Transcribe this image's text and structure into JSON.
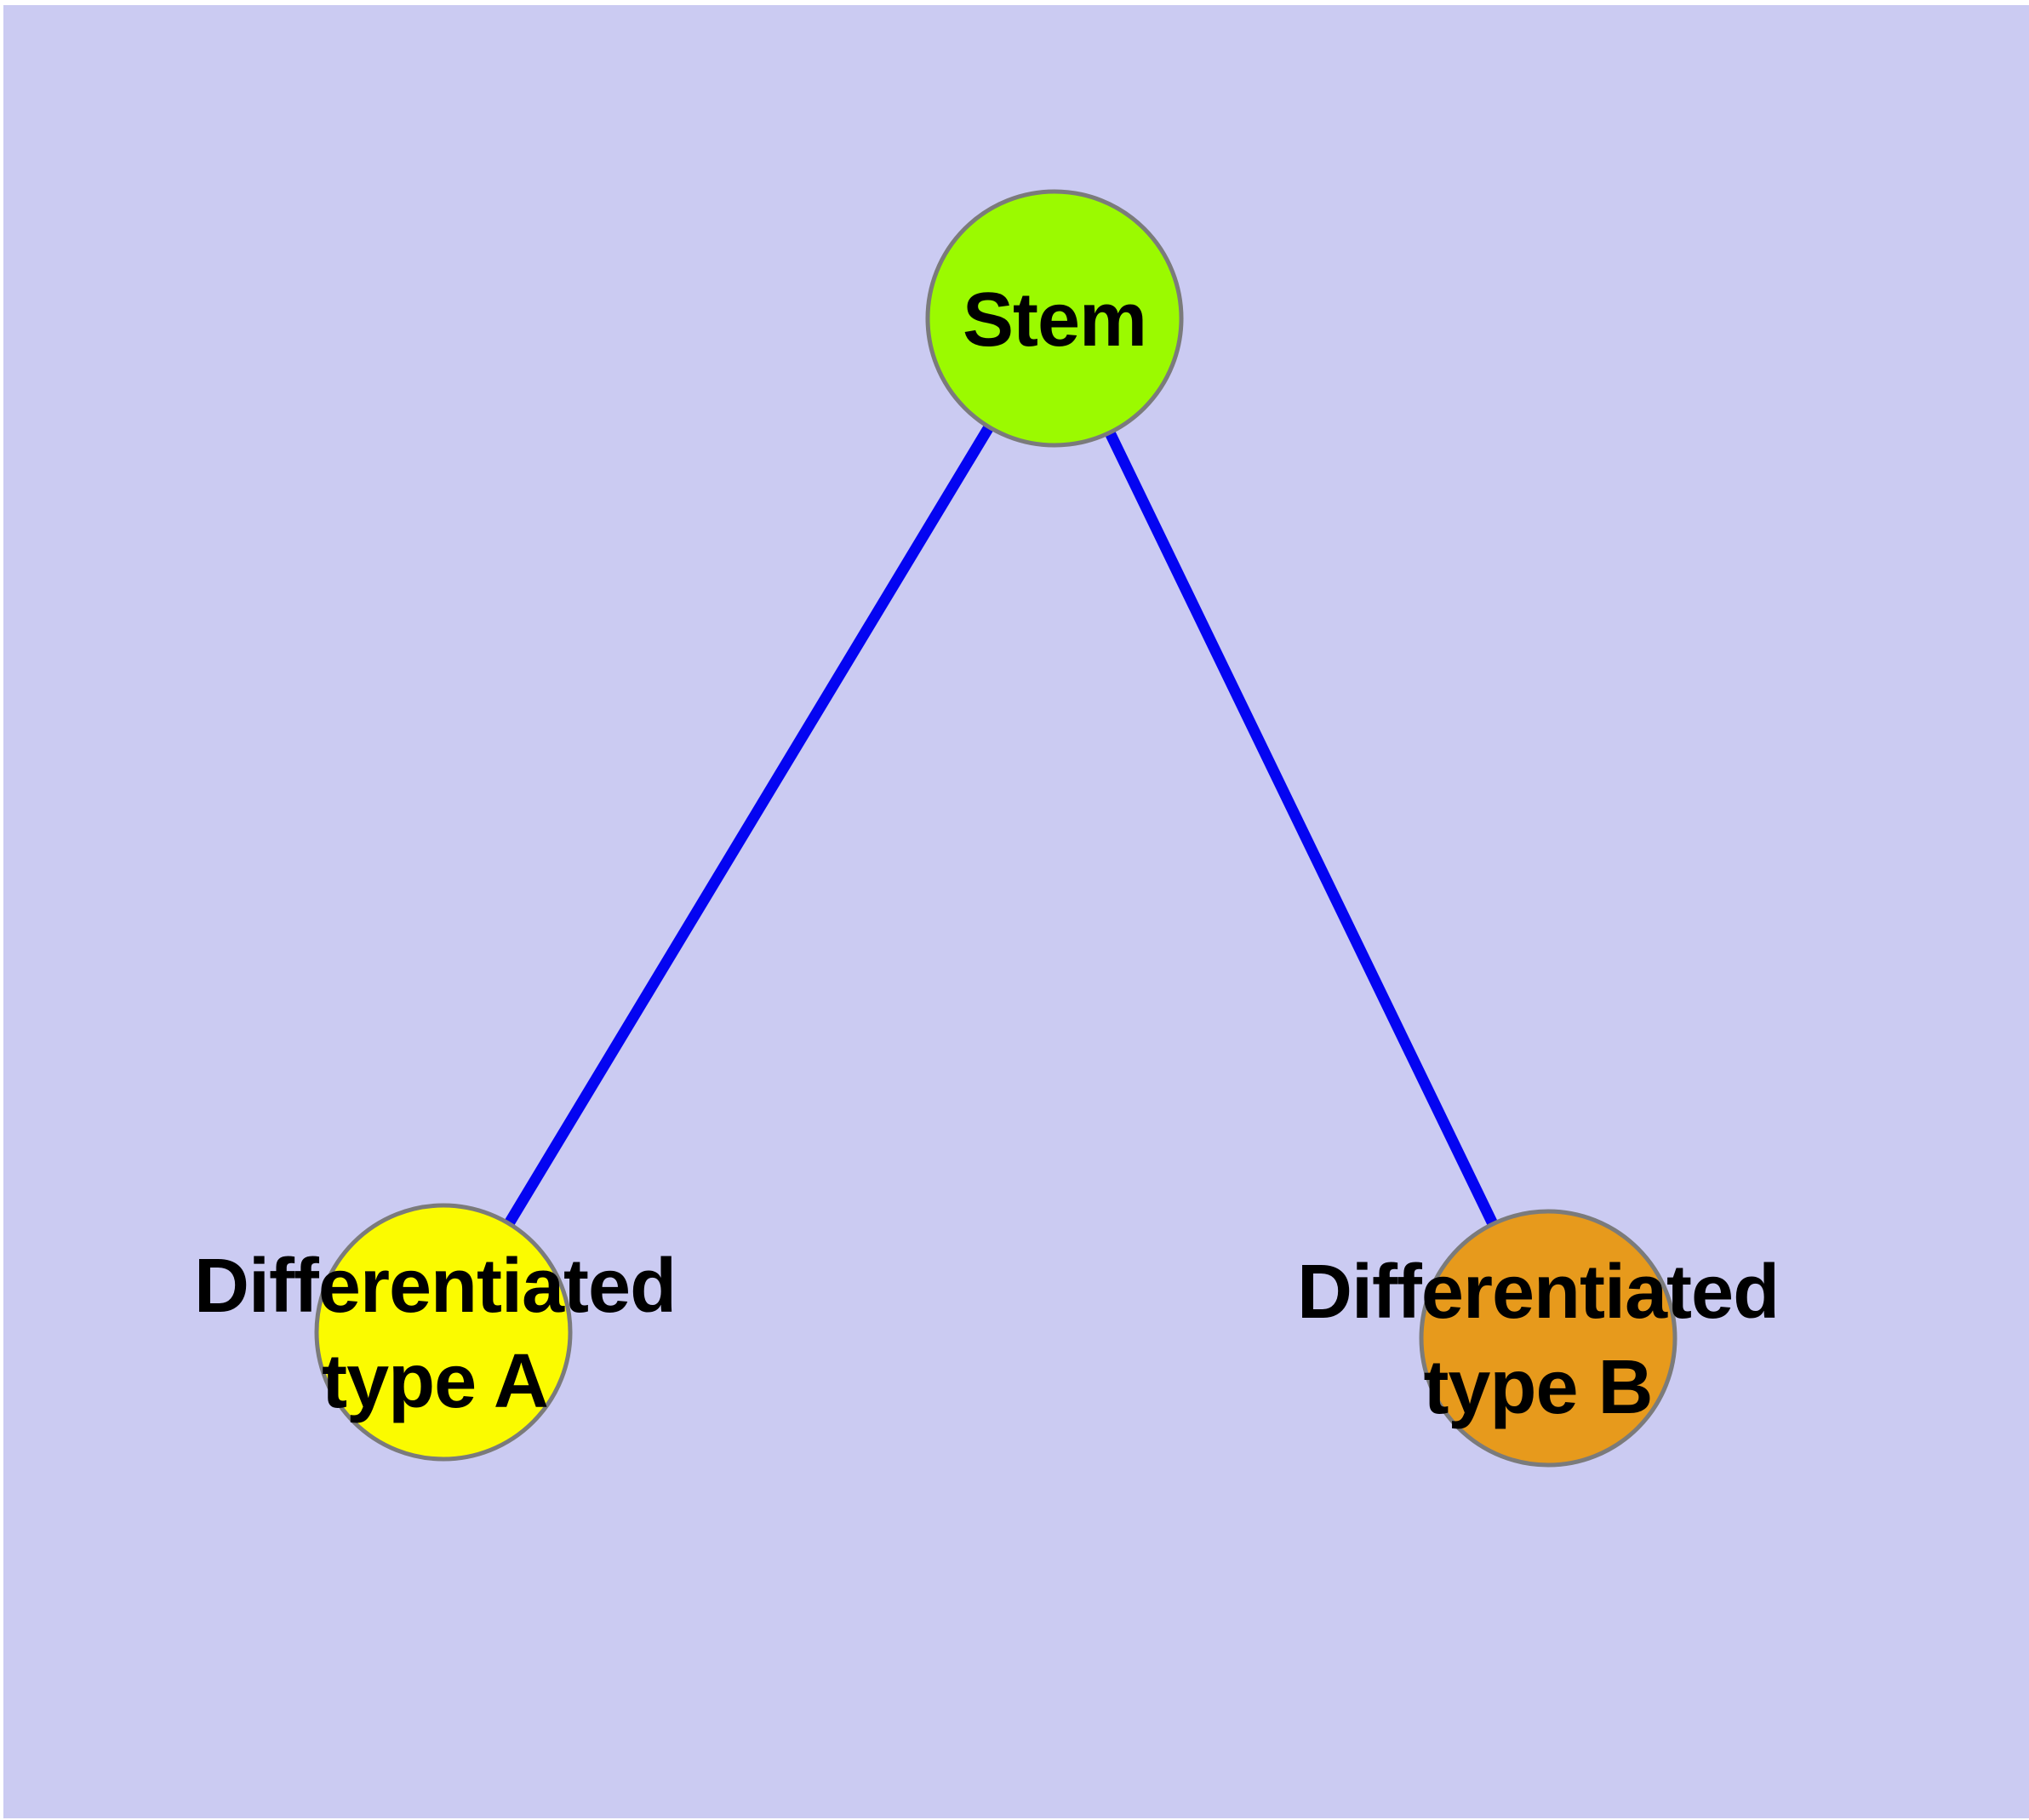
{
  "diagram": {
    "description": "Cell differentiation network diagram",
    "background_color": "#CBCBF2",
    "margin_color": "#FFFFFF",
    "edge_color": "#0404F2",
    "node_border_color": "#7B7B7B",
    "text_color": "#000000",
    "nodes": [
      {
        "id": "stem",
        "label": "Stem",
        "color": "#9BFA00"
      },
      {
        "id": "type-a",
        "label": "Differentiated\ntype A",
        "color": "#FBFB00"
      },
      {
        "id": "type-b",
        "label": "Differentiated\ntype B",
        "color": "#E79A1C"
      }
    ],
    "edges": [
      {
        "from": "Stem",
        "to": "Differentiated type A"
      },
      {
        "from": "Stem",
        "to": "Differentiated type B"
      }
    ]
  }
}
